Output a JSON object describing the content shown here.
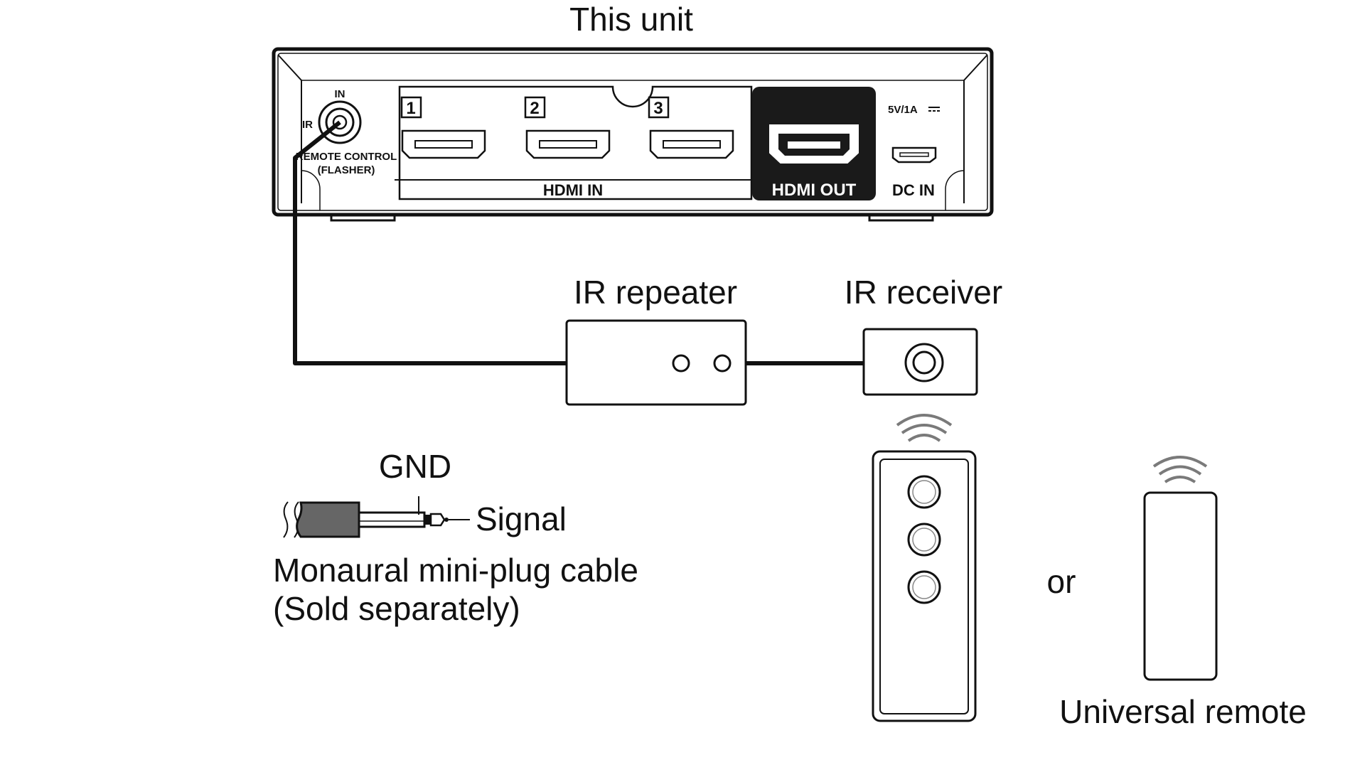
{
  "unit": {
    "title": "This unit",
    "ir_in_label": "IN",
    "ir_label": "IR",
    "remote_label_line1": "REMOTE CONTROL",
    "remote_label_line2": "(FLASHER)",
    "hdmi_in_ports": [
      "1",
      "2",
      "3"
    ],
    "hdmi_in_label": "HDMI IN",
    "hdmi_out_label": "HDMI OUT",
    "power_rating": "5V/1A",
    "dc_in_label": "DC IN"
  },
  "ir_repeater": {
    "label": "IR repeater"
  },
  "ir_receiver": {
    "label": "IR receiver"
  },
  "plug": {
    "gnd_label": "GND",
    "signal_label": "Signal",
    "cable_line1": "Monaural mini-plug cable",
    "cable_line2": "(Sold separately)"
  },
  "remotes": {
    "or_label": "or",
    "universal_label": "Universal remote"
  },
  "icons": [
    "ir-jack-icon",
    "hdmi-port-icon",
    "usb-port-icon",
    "ir-signal-waves-icon",
    "remote-icon",
    "mini-plug-icon"
  ],
  "colors": {
    "line": "#111111",
    "hdmi_out_bg": "#1a1a1a",
    "plug_grey": "#666666",
    "wave_grey": "#7a7a7a"
  }
}
